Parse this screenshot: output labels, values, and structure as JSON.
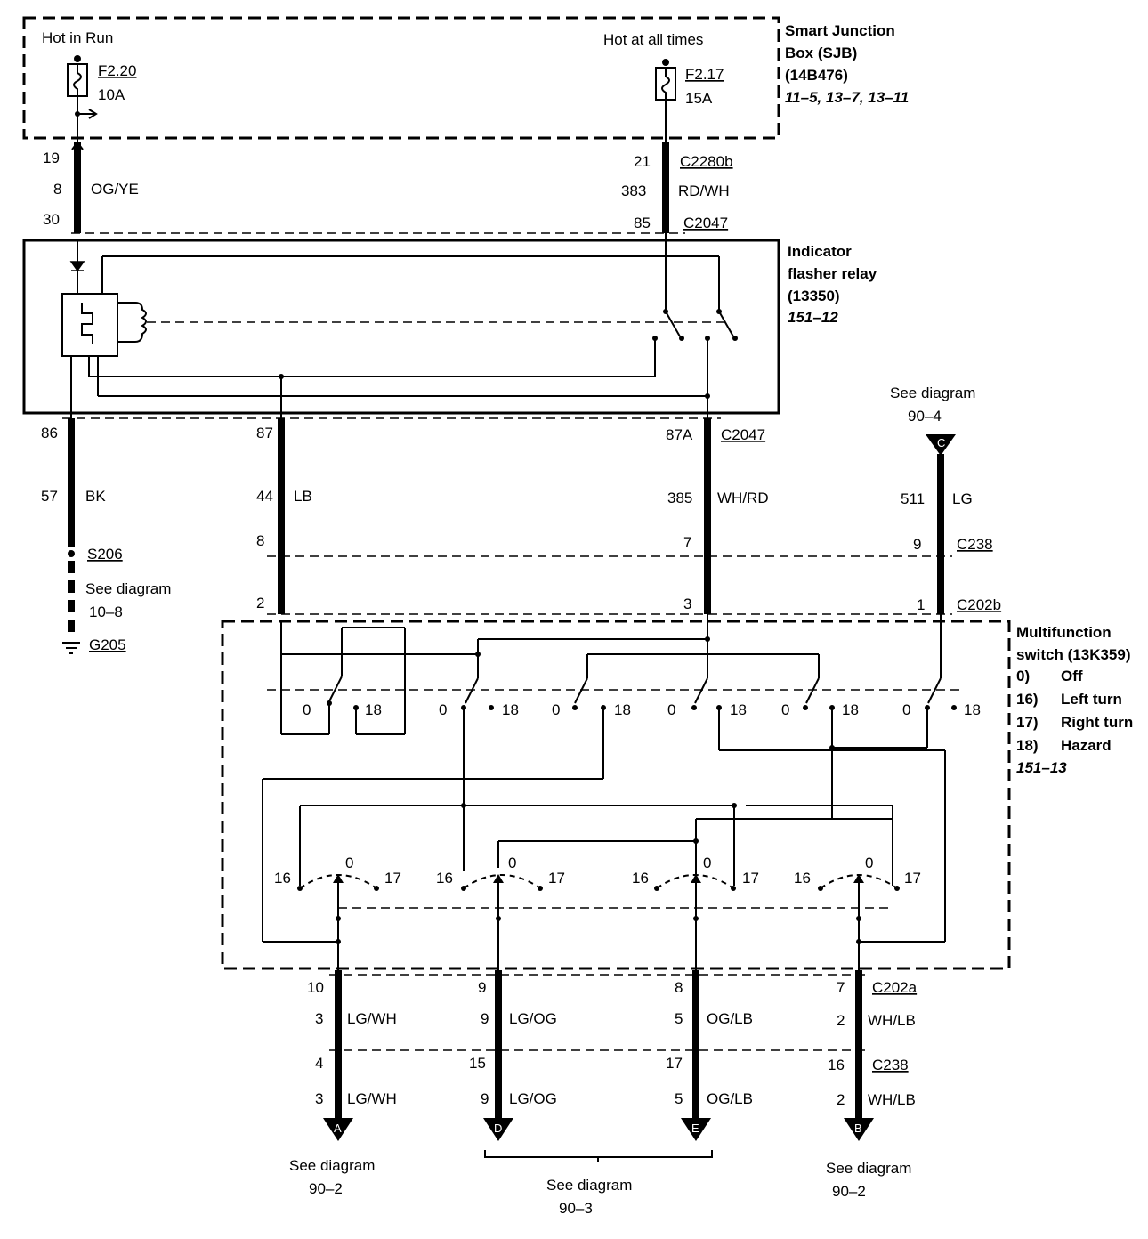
{
  "sjb": {
    "label": [
      "Smart Junction",
      "Box (SJB)",
      "(14B476)"
    ],
    "ref": "11–5, 13–7, 13–11",
    "hot_in_run": "Hot in Run",
    "hot_at_all_times": "Hot at all times",
    "fuse1_name": "F2.20",
    "fuse1_rating": "10A",
    "fuse2_name": "F2.17",
    "fuse2_rating": "15A"
  },
  "wire_top_left": {
    "pin_a": "19",
    "circuit": "8",
    "color": "OG/YE",
    "pin_b": "30"
  },
  "wire_top_right": {
    "pin_a": "21",
    "conn_a": "C2280b",
    "circuit": "383",
    "color": "RD/WH",
    "pin_b": "85",
    "conn_b": "C2047"
  },
  "relay": {
    "label": [
      "Indicator",
      "flasher relay",
      "(13350)"
    ],
    "ref": "151–12"
  },
  "relay_outputs": {
    "pin86": "86",
    "circ86": "57",
    "color86": "BK",
    "pin87": "87",
    "circ87": "44",
    "color87": "LB",
    "pin87a": "87A",
    "conn87a": "C2047",
    "circ87a": "385",
    "color87a": "WH/RD",
    "c238_pin_lb": "8",
    "c238_pin_wh": "7",
    "c238_pin_lg": "9",
    "c238_conn": "C238",
    "c202b_pin_lb": "2",
    "c202b_pin_wh": "3",
    "c202b_pin_lg": "1",
    "c202b_conn": "C202b"
  },
  "ground": {
    "splice": "S206",
    "see1": "See diagram",
    "see2": "10–8",
    "ground": "G205"
  },
  "diagram_c": {
    "see1": "See diagram",
    "see2": "90–4",
    "letter": "C",
    "circuit": "511",
    "color": "LG"
  },
  "mfs": {
    "label": [
      "Multifunction",
      "switch (13K359)"
    ],
    "legend": [
      {
        "num": "0)",
        "text": "Off"
      },
      {
        "num": "16)",
        "text": "Left turn"
      },
      {
        "num": "17)",
        "text": "Right turn"
      },
      {
        "num": "18)",
        "text": "Hazard"
      }
    ],
    "ref": "151–13",
    "pos0": "0",
    "pos18": "18",
    "pos16": "16",
    "pos17": "17"
  },
  "bottom_wires": [
    {
      "pin_a": "10",
      "circ_a": "3",
      "color_a": "LG/WH",
      "pin_b": "4",
      "circ_b": "3",
      "color_b": "LG/WH",
      "letter": "A"
    },
    {
      "pin_a": "9",
      "circ_a": "9",
      "color_a": "LG/OG",
      "pin_b": "15",
      "circ_b": "9",
      "color_b": "LG/OG",
      "letter": "D"
    },
    {
      "pin_a": "8",
      "circ_a": "5",
      "color_a": "OG/LB",
      "pin_b": "17",
      "circ_b": "5",
      "color_b": "OG/LB",
      "letter": "E"
    },
    {
      "pin_a": "7",
      "circ_a": "2",
      "color_a": "WH/LB",
      "pin_b": "16",
      "circ_b": "2",
      "color_b": "WH/LB",
      "letter": "B"
    }
  ],
  "bottom_conn_a": "C202a",
  "bottom_conn_b": "C238",
  "see_bottom": [
    {
      "l1": "See diagram",
      "l2": "90–2"
    },
    {
      "l1": "See diagram",
      "l2": "90–3"
    },
    {
      "l1": "See diagram",
      "l2": "90–2"
    }
  ]
}
